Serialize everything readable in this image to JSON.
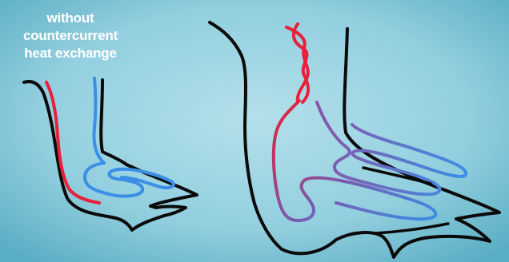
{
  "label": {
    "line1": "without",
    "line2": "countercurrent",
    "line3": "heat exchange"
  },
  "colors": {
    "background_center": "#a7d9e5",
    "background_edge": "#5fb3c8",
    "outline": "#0a0a0a",
    "warm_blood": "#e8213a",
    "cool_blood": "#3a8fe6",
    "mid_blood": "#7a5bb0"
  }
}
